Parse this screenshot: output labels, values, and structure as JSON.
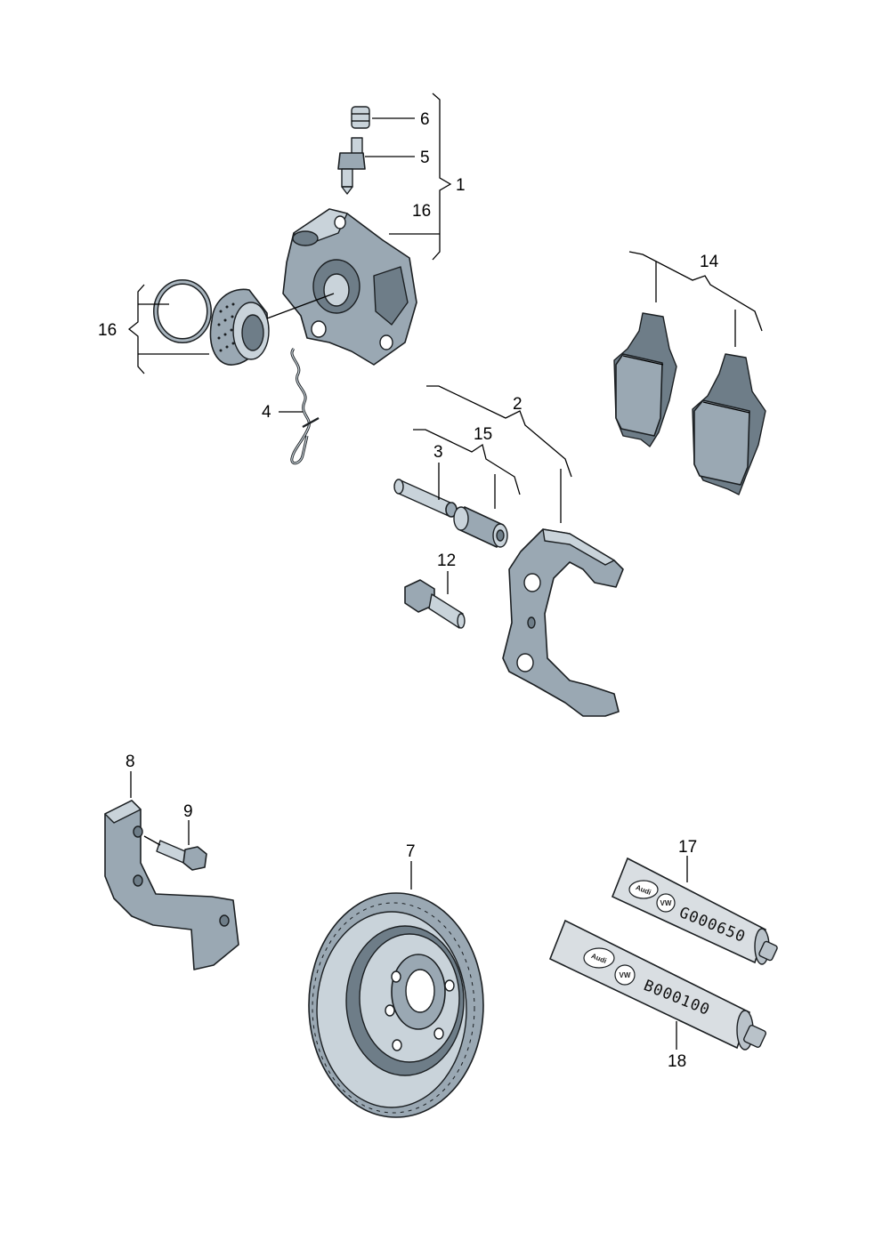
{
  "callouts": {
    "c1": "1",
    "c2": "2",
    "c3": "3",
    "c4": "4",
    "c5": "5",
    "c6": "6",
    "c7": "7",
    "c8": "8",
    "c9": "9",
    "c12": "12",
    "c14": "14",
    "c15": "15",
    "c16a": "16",
    "c16b": "16",
    "c17": "17",
    "c18": "18"
  },
  "tubes": {
    "tube17_code": "G000650",
    "tube18_code": "B000100",
    "brand_a": "Audi",
    "brand_b": "VW"
  }
}
